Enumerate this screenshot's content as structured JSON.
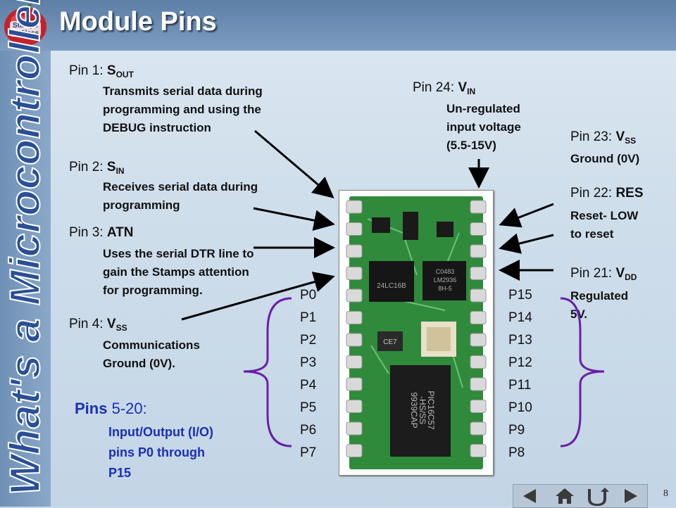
{
  "slide": {
    "title": "Module Pins",
    "side_title": "What's a Microcontroller?",
    "page_number": "8",
    "logo_text": {
      "line1": "Stamps",
      "line2": "in Class"
    }
  },
  "pins": {
    "pin1": {
      "label": "Pin 1: ",
      "sym": "S",
      "sub": "OUT",
      "desc": [
        "Transmits serial data during",
        "programming and using the",
        "DEBUG instruction"
      ]
    },
    "pin2": {
      "label": "Pin 2: ",
      "sym": "S",
      "sub": "IN",
      "desc": [
        "Receives serial data during",
        "programming"
      ]
    },
    "pin3": {
      "label": "Pin 3: ",
      "sym": "ATN",
      "desc": [
        "Uses the serial DTR line to",
        "gain the Stamps attention",
        "for programming."
      ]
    },
    "pin4": {
      "label": "Pin 4: ",
      "sym": "V",
      "sub": "SS",
      "desc": [
        "Communications",
        "Ground (0V)."
      ]
    },
    "pin24": {
      "label": "Pin 24: ",
      "sym": "V",
      "sub": "IN",
      "desc": [
        "Un-regulated",
        "input voltage",
        "(5.5-15V)"
      ]
    },
    "pin23": {
      "label": "Pin 23: ",
      "sym": "V",
      "sub": "SS",
      "desc": [
        "Ground (0V)"
      ]
    },
    "pin22": {
      "label": "Pin 22: ",
      "sym": "RES",
      "desc": [
        "Reset- LOW",
        "to reset"
      ]
    },
    "pin21": {
      "label": "Pin 21: ",
      "sym": "V",
      "sub": "DD",
      "desc": [
        "Regulated",
        "5V."
      ]
    },
    "pins_5_20": {
      "label_bold": "Pins",
      "label_rest": " 5-20:",
      "desc": [
        "Input/Output (I/O)",
        "pins P0 through",
        "P15"
      ]
    }
  },
  "io_left": [
    "P0",
    "P1",
    "P2",
    "P3",
    "P4",
    "P5",
    "P6",
    "P7"
  ],
  "io_right": [
    "P15",
    "P14",
    "P13",
    "P12",
    "P11",
    "P10",
    "P9",
    "P8"
  ],
  "chip_labels": {
    "main_ic": [
      "PIC16C57",
      "-HS/SS",
      "9939CAP"
    ],
    "eeprom": "24LC16B",
    "regulator": [
      "C0483",
      "LM2936",
      "8H-5"
    ],
    "resonator": "CE7"
  },
  "colors": {
    "title": "#ffffff",
    "pcb": "#2f8a3c",
    "blue_text": "#1a2fb5",
    "brace": "#6a1fa8",
    "side_text": "#2a4f96"
  },
  "nav": [
    "back-icon",
    "home-icon",
    "return-icon",
    "forward-icon"
  ]
}
